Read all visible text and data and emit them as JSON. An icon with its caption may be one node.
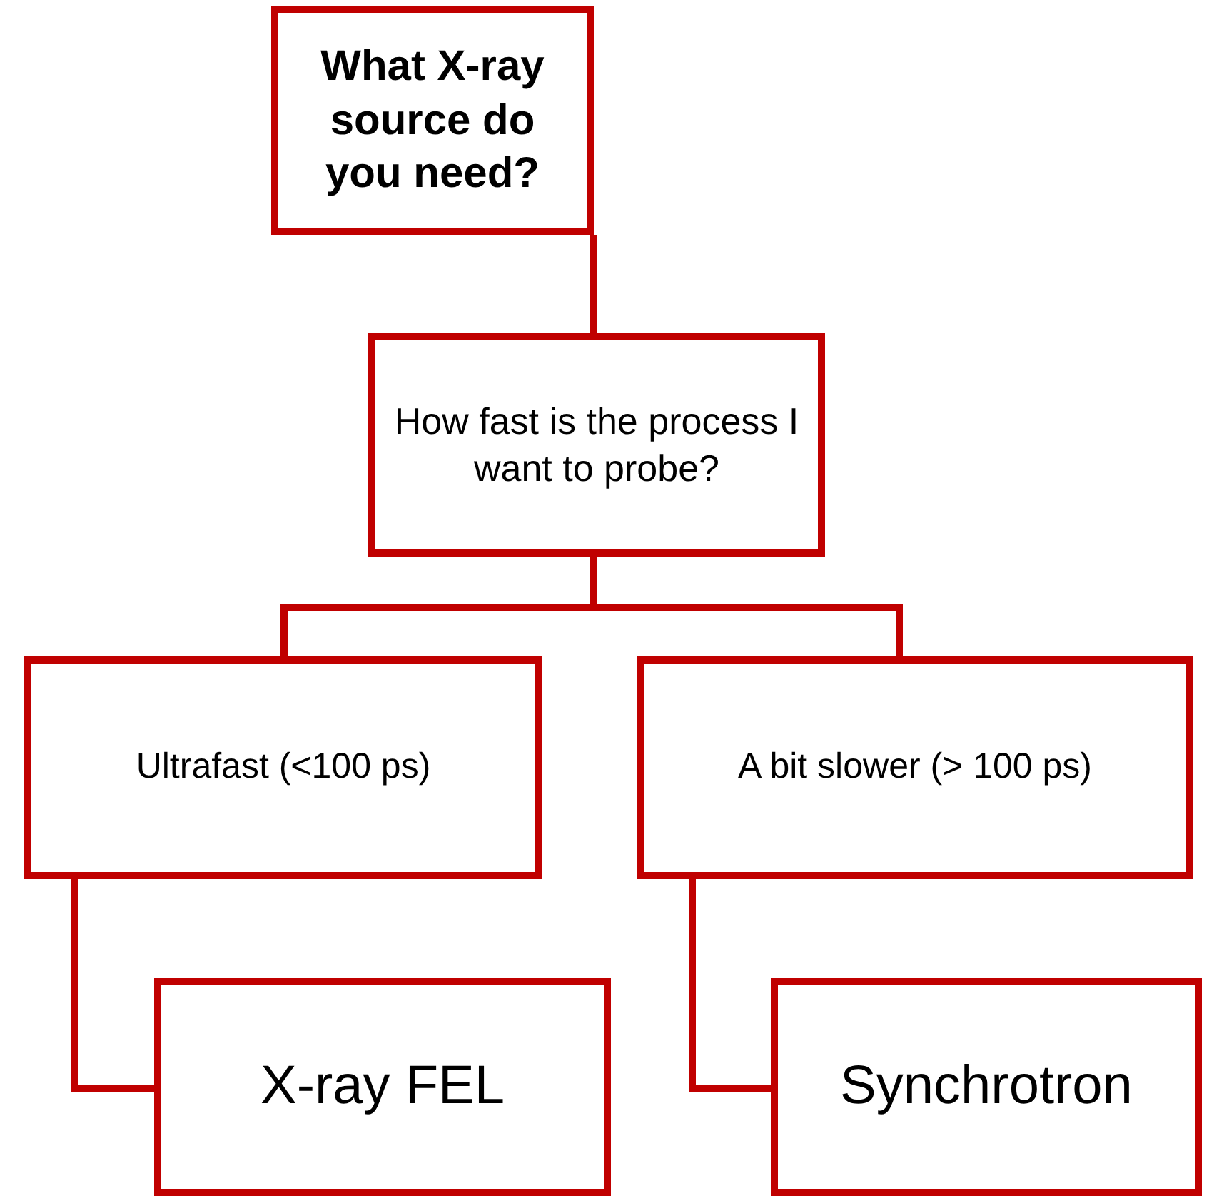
{
  "diagram": {
    "nodes": [
      {
        "text": [
          "What X-ray source do you need?"
        ]
      },
      {
        "text": [
          "How fast is the process I want to probe?"
        ]
      },
      {
        "text": [
          "Ultrafast (<100 ps)"
        ]
      },
      {
        "text": [
          "A bit slower (> 100 ps)"
        ]
      },
      {
        "text": [
          "X-ray FEL"
        ]
      },
      {
        "text": [
          "Synchrotron"
        ]
      }
    ],
    "edges": [
      {
        "from": 0,
        "to": 1,
        "arrow": "none"
      },
      {
        "from": 1,
        "to": 2,
        "arrow": "none"
      },
      {
        "from": 1,
        "to": 3,
        "arrow": "none"
      },
      {
        "from": 2,
        "to": 4,
        "arrow": "none"
      },
      {
        "from": 3,
        "to": 5,
        "arrow": "none"
      }
    ]
  }
}
